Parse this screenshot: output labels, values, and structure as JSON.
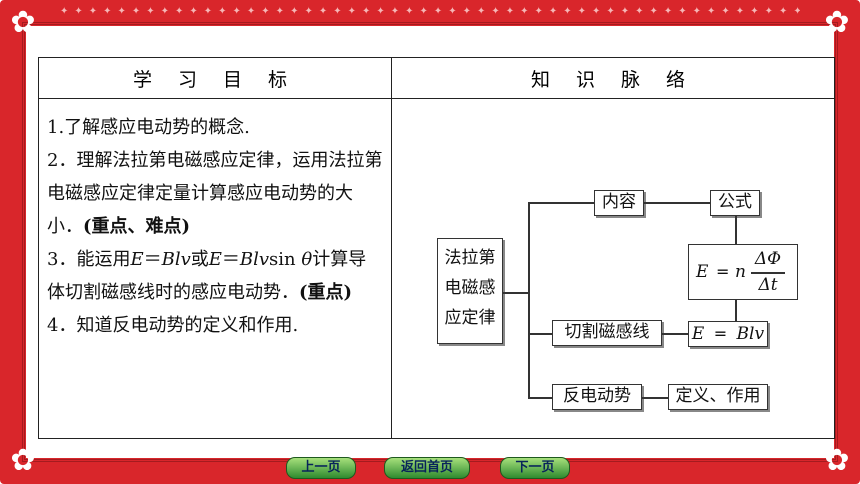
{
  "table": {
    "header_left": "学 习 目 标",
    "header_right": "知 识 脉 络"
  },
  "objectives": {
    "item1": "1.了解感应电动势的概念.",
    "item2": "2．理解法拉第电磁感应定律，运用法拉第电磁感应定律定量计算感应电动势的大小．",
    "item2_emph": "(重点、难点)",
    "item3_pre": "3．能运用",
    "item3_f1": "E",
    "item3_eq1": "＝",
    "item3_f2": "Blv",
    "item3_or": "或",
    "item3_f3": "E",
    "item3_eq2": "＝",
    "item3_f4": "Blv",
    "item3_sin": "sin ",
    "item3_theta": "θ",
    "item3_post": "计算导体切割磁感线时的感应电动势．",
    "item3_emph": "(重点)",
    "item4": "4．知道反电动势的定义和作用."
  },
  "diagram": {
    "root": [
      "法拉第",
      "电磁感",
      "应定律"
    ],
    "content": "内容",
    "formula_label": "公式",
    "formula_E": "E",
    "formula_eq": "=",
    "formula_n": "n",
    "formula_num": "ΔΦ",
    "formula_den": "Δt",
    "cutting": "切割磁感线",
    "blv_E": "E",
    "blv_eq": "=",
    "blv_rhs": "Blv",
    "back_emf": "反电动势",
    "definition": "定义、作用"
  },
  "nav": {
    "prev": "上一页",
    "home": "返回首页",
    "next": "下一页"
  }
}
